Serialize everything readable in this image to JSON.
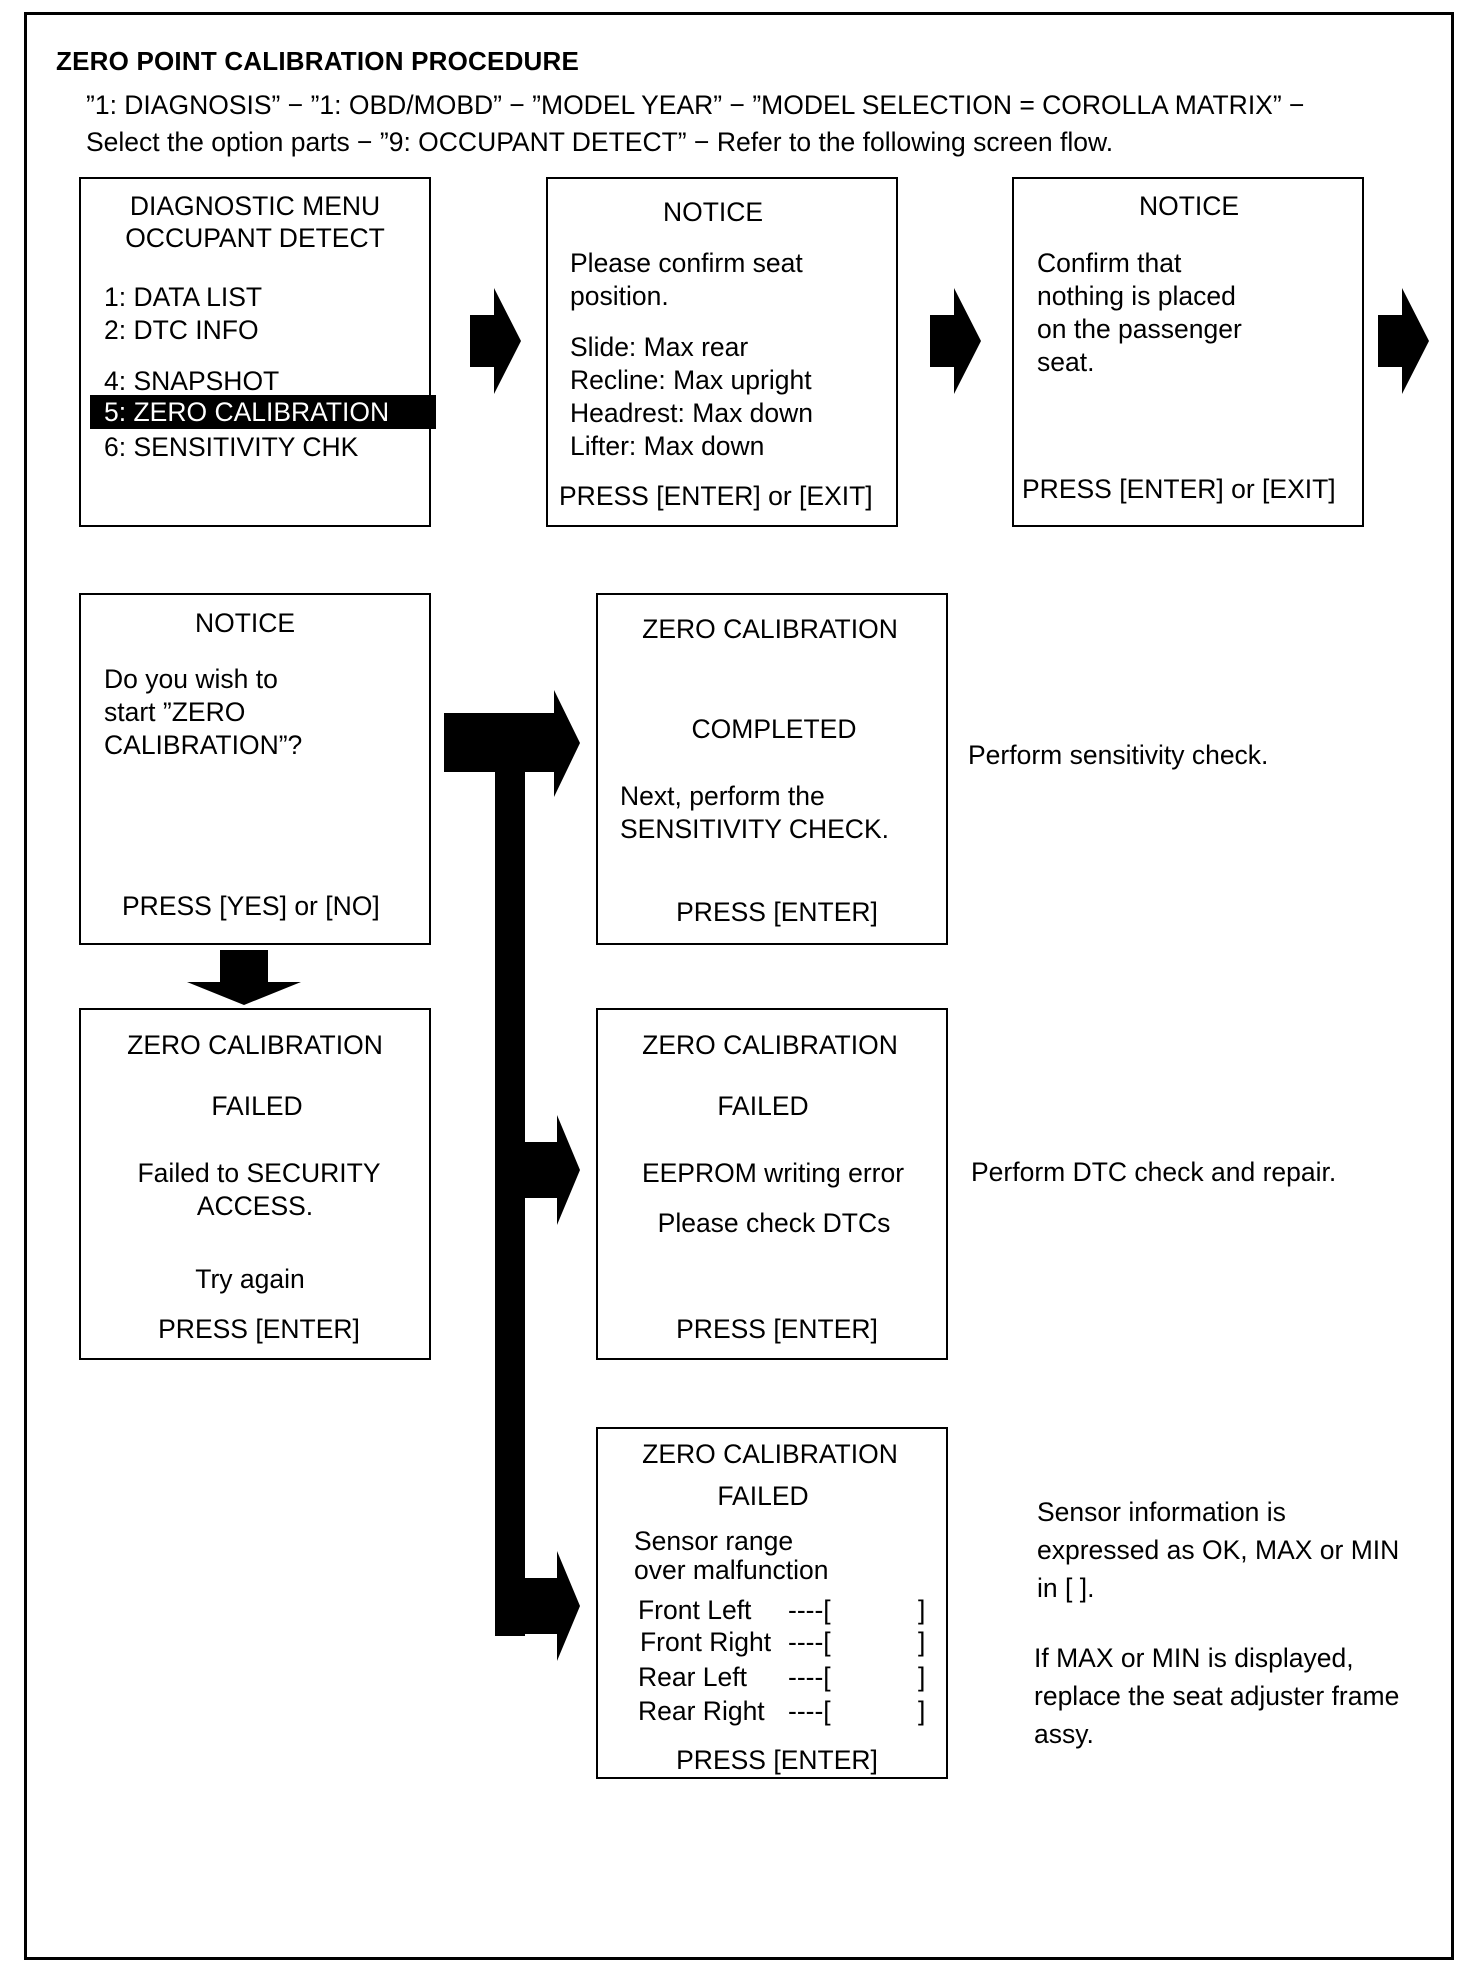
{
  "title": "ZERO POINT CALIBRATION PROCEDURE",
  "intro": {
    "line1": "”1: DIAGNOSIS” − ”1: OBD/MOBD” − ”MODEL YEAR” − ”MODEL SELECTION = COROLLA MATRIX” −",
    "line2": "Select the option parts − ”9: OCCUPANT DETECT” − Refer to the following screen flow."
  },
  "menu": {
    "title1": "DIAGNOSTIC MENU",
    "title2": "OCCUPANT DETECT",
    "items": [
      "1: DATA LIST",
      "2: DTC INFO",
      "4: SNAPSHOT",
      "5: ZERO CALIBRATION",
      "6: SENSITIVITY CHK"
    ]
  },
  "seat_notice": {
    "heading": "NOTICE",
    "lines": [
      "Please confirm seat",
      "position.",
      "Slide: Max rear",
      "Recline: Max upright",
      "Headrest: Max down",
      "Lifter: Max down"
    ],
    "prompt": "PRESS [ENTER] or [EXIT]"
  },
  "nothing_notice": {
    "heading": "NOTICE",
    "lines": [
      "Confirm that",
      "nothing is placed",
      "on the passenger",
      "seat."
    ],
    "prompt": "PRESS [ENTER] or [EXIT]"
  },
  "start_notice": {
    "heading": "NOTICE",
    "lines": [
      "Do you wish to",
      "start  ”ZERO",
      "CALIBRATION”?"
    ],
    "prompt": "PRESS [YES] or [NO]"
  },
  "completed_screen": {
    "heading": "ZERO CALIBRATION",
    "status": "COMPLETED",
    "lines": [
      "Next, perform the",
      "SENSITIVITY CHECK."
    ],
    "prompt": "PRESS [ENTER]",
    "note": "Perform sensitivity check."
  },
  "security_fail_screen": {
    "heading": "ZERO CALIBRATION",
    "status": "FAILED",
    "lines": [
      "Failed to SECURITY",
      "ACCESS."
    ],
    "retry": "Try again",
    "prompt": "PRESS [ENTER]"
  },
  "eeprom_fail_screen": {
    "heading": "ZERO CALIBRATION",
    "status": "FAILED",
    "lines": [
      "EEPROM writing error",
      "Please check DTCs"
    ],
    "prompt": "PRESS [ENTER]",
    "note": "Perform DTC check and repair."
  },
  "sensor_fail_screen": {
    "heading": "ZERO CALIBRATION",
    "status": "FAILED",
    "lines": [
      "Sensor range",
      "over malfunction"
    ],
    "sensors": [
      "Front Left",
      "Front Right",
      "Rear Left",
      "Rear Right"
    ],
    "dashes": "----[",
    "close_bracket": "]",
    "prompt": "PRESS [ENTER]",
    "note_lines": [
      "Sensor information is",
      "expressed as OK, MAX or MIN",
      "in [      ].",
      "If MAX or MIN is displayed,",
      "replace the seat adjuster frame",
      "assy."
    ]
  }
}
